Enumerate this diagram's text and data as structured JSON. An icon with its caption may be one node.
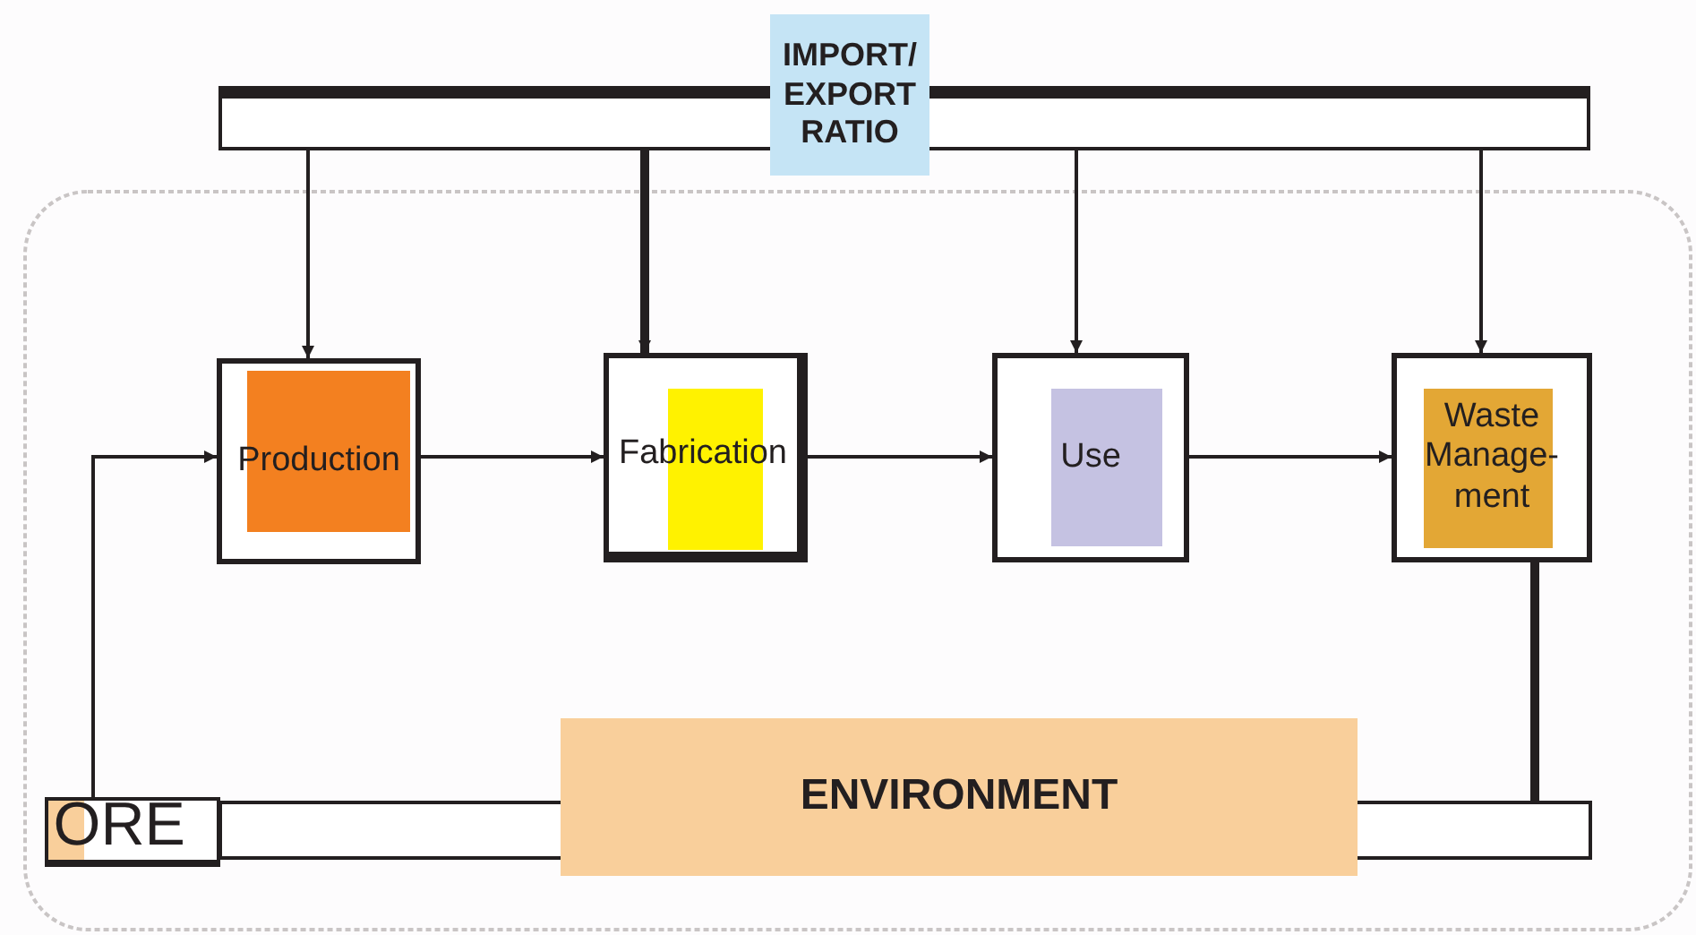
{
  "diagram": {
    "nodes": [
      {
        "text": [
          "IMPORT/ EXPORT RATIO"
        ]
      },
      {
        "text": [],
        "shape": "bar"
      },
      {
        "text": [
          "Production"
        ]
      },
      {
        "text": [
          "Fabrication"
        ]
      },
      {
        "text": [
          "Use"
        ]
      },
      {
        "text": [
          "Waste Manage- ment"
        ]
      },
      {
        "text": [
          "ORE"
        ]
      },
      {
        "text": [
          "ENVIRONMENT"
        ]
      },
      {
        "text": [],
        "shape": "bar"
      },
      {
        "text": [],
        "shape": "bar"
      }
    ],
    "edges": [
      {
        "from": 1,
        "to": 2,
        "arrow": "to"
      },
      {
        "from": 1,
        "to": 3,
        "arrow": "to",
        "style": "thick"
      },
      {
        "from": 1,
        "to": 4,
        "arrow": "to"
      },
      {
        "from": 1,
        "to": 5,
        "arrow": "to"
      },
      {
        "from": 2,
        "to": 3,
        "arrow": "to"
      },
      {
        "from": 3,
        "to": 4,
        "arrow": "to"
      },
      {
        "from": 4,
        "to": 5,
        "arrow": "to"
      },
      {
        "from": 6,
        "to": 2,
        "arrow": "to"
      },
      {
        "from": 5,
        "to": 8,
        "arrow": "none",
        "style": "thick"
      }
    ]
  }
}
